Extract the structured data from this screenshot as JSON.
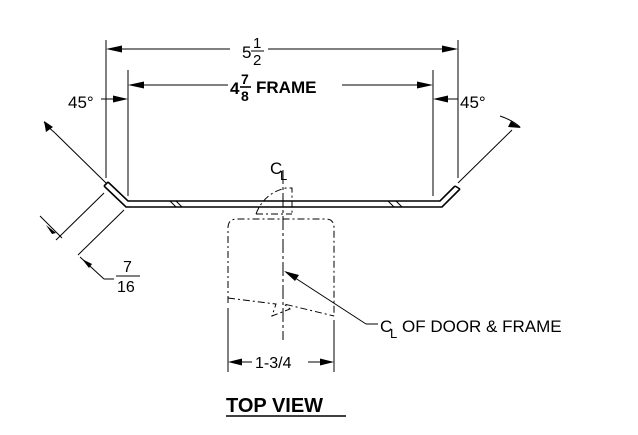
{
  "dimensions": {
    "overall_whole": "5",
    "overall_num": "1",
    "overall_den": "2",
    "frame_whole": "4",
    "frame_num": "7",
    "frame_den": "8",
    "frame_word": "FRAME",
    "angle_left": "45°",
    "angle_right": "45°",
    "return_num": "7",
    "return_den": "16",
    "door_thickness": "1-3/4"
  },
  "labels": {
    "centerline_symbol": "C",
    "centerline_symbol_sub": "L",
    "centerline_callout": "OF DOOR & FRAME",
    "view_title": "TOP VIEW"
  }
}
